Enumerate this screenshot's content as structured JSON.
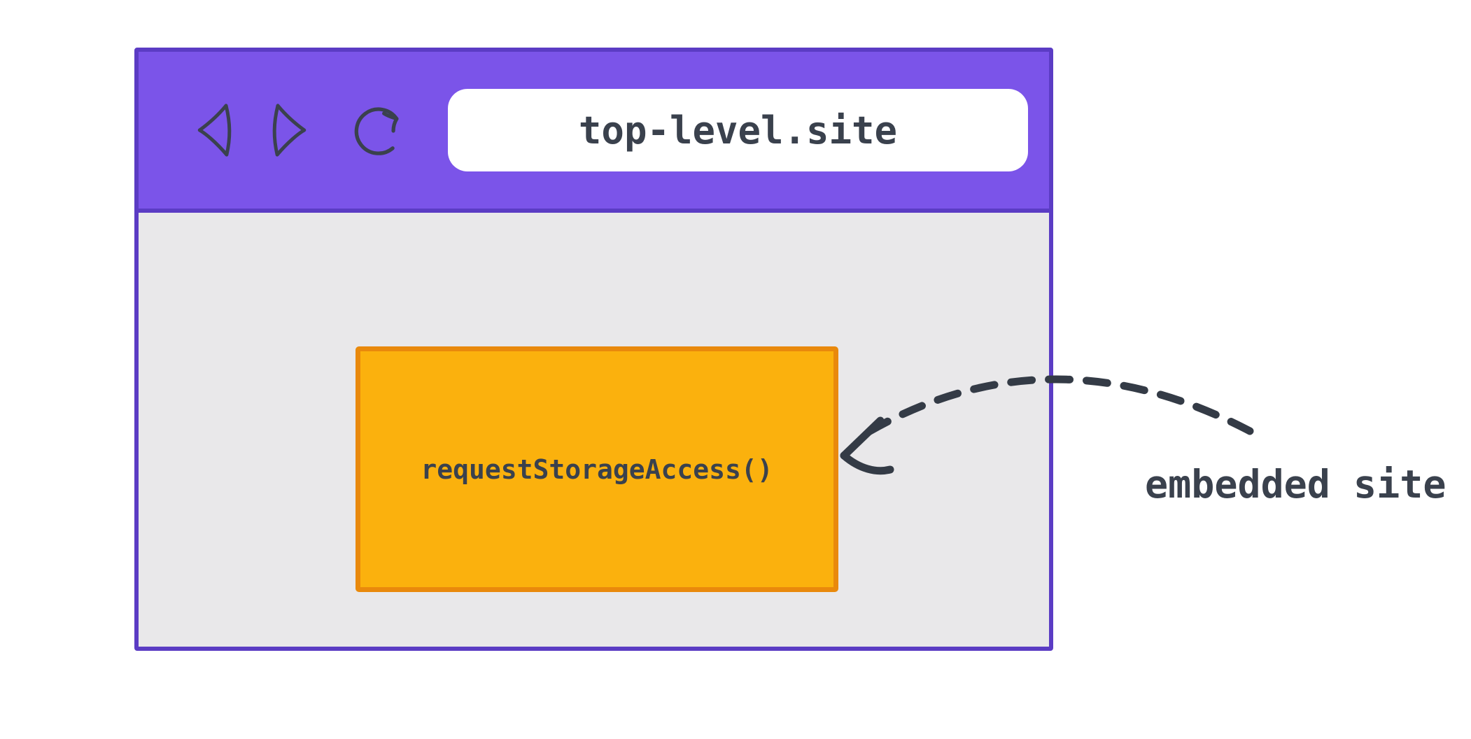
{
  "browser": {
    "address_bar": {
      "value": "top-level.site"
    },
    "nav": {
      "back_icon": "back-icon",
      "forward_icon": "forward-icon",
      "reload_icon": "reload-icon"
    },
    "embedded_box": {
      "label": "requestStorageAccess()"
    }
  },
  "annotation": {
    "label": "embedded site",
    "arrow": "dashed curved arrow pointing from label to embedded box"
  },
  "colors": {
    "titlebar_fill": "#7b54e9",
    "window_border": "#5b3cc4",
    "viewport_fill": "#e9e8ea",
    "embedded_fill": "#fbb10d",
    "embedded_border": "#e9890c",
    "ink": "#3a414d",
    "address_bar_fill": "#ffffff",
    "page_background": "#ffffff"
  }
}
